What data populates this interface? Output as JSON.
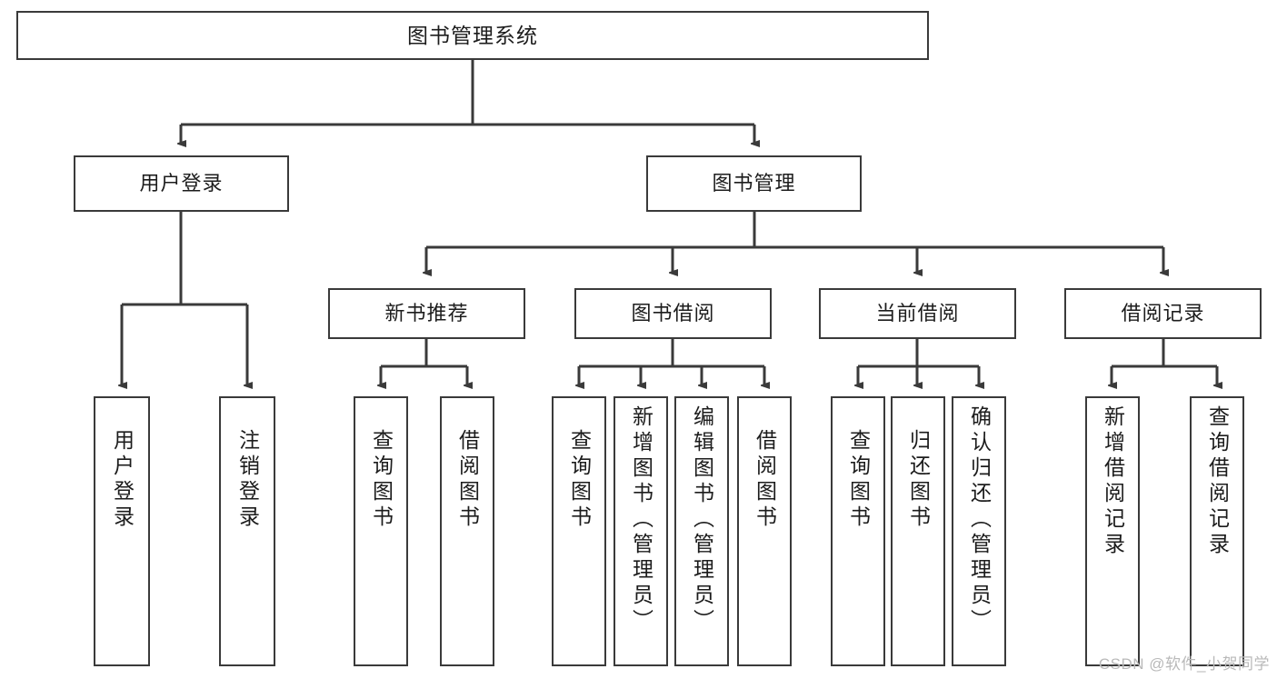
{
  "diagram": {
    "type": "tree",
    "title": "图书管理系统",
    "watermark": "CSDN @软件_小贺同学",
    "colors": {
      "stroke": "#3a3a3a",
      "fill": "#ffffff",
      "text": "#1c1c1c",
      "watermark": "#b9b9b9"
    },
    "levels": {
      "root": {
        "label": "图书管理系统"
      },
      "level2": [
        {
          "id": "user-login",
          "label": "用户登录"
        },
        {
          "id": "book-management",
          "label": "图书管理"
        }
      ],
      "level3": [
        {
          "id": "new-book-recommend",
          "label": "新书推荐",
          "parent": "book-management"
        },
        {
          "id": "book-borrow",
          "label": "图书借阅",
          "parent": "book-management"
        },
        {
          "id": "current-borrow",
          "label": "当前借阅",
          "parent": "book-management"
        },
        {
          "id": "borrow-record",
          "label": "借阅记录",
          "parent": "book-management"
        }
      ],
      "leaves": [
        {
          "id": "leaf-user-login",
          "label": "用户登录",
          "parent": "user-login"
        },
        {
          "id": "leaf-user-logout",
          "label": "注销登录",
          "parent": "user-login"
        },
        {
          "id": "leaf-query-book-1",
          "label": "查询图书",
          "parent": "new-book-recommend"
        },
        {
          "id": "leaf-borrow-book-1",
          "label": "借阅图书",
          "parent": "new-book-recommend"
        },
        {
          "id": "leaf-query-book-2",
          "label": "查询图书",
          "parent": "book-borrow"
        },
        {
          "id": "leaf-add-book",
          "label": "新增图书（管理员）",
          "parent": "book-borrow"
        },
        {
          "id": "leaf-edit-book",
          "label": "编辑图书（管理员）",
          "parent": "book-borrow"
        },
        {
          "id": "leaf-borrow-book-2",
          "label": "借阅图书",
          "parent": "book-borrow"
        },
        {
          "id": "leaf-query-book-3",
          "label": "查询图书",
          "parent": "current-borrow"
        },
        {
          "id": "leaf-return-book",
          "label": "归还图书",
          "parent": "current-borrow"
        },
        {
          "id": "leaf-confirm-return",
          "label": "确认归还（管理员）",
          "parent": "current-borrow"
        },
        {
          "id": "leaf-add-record",
          "label": "新增借阅记录",
          "parent": "borrow-record"
        },
        {
          "id": "leaf-query-record",
          "label": "查询借阅记录",
          "parent": "borrow-record"
        }
      ]
    }
  }
}
